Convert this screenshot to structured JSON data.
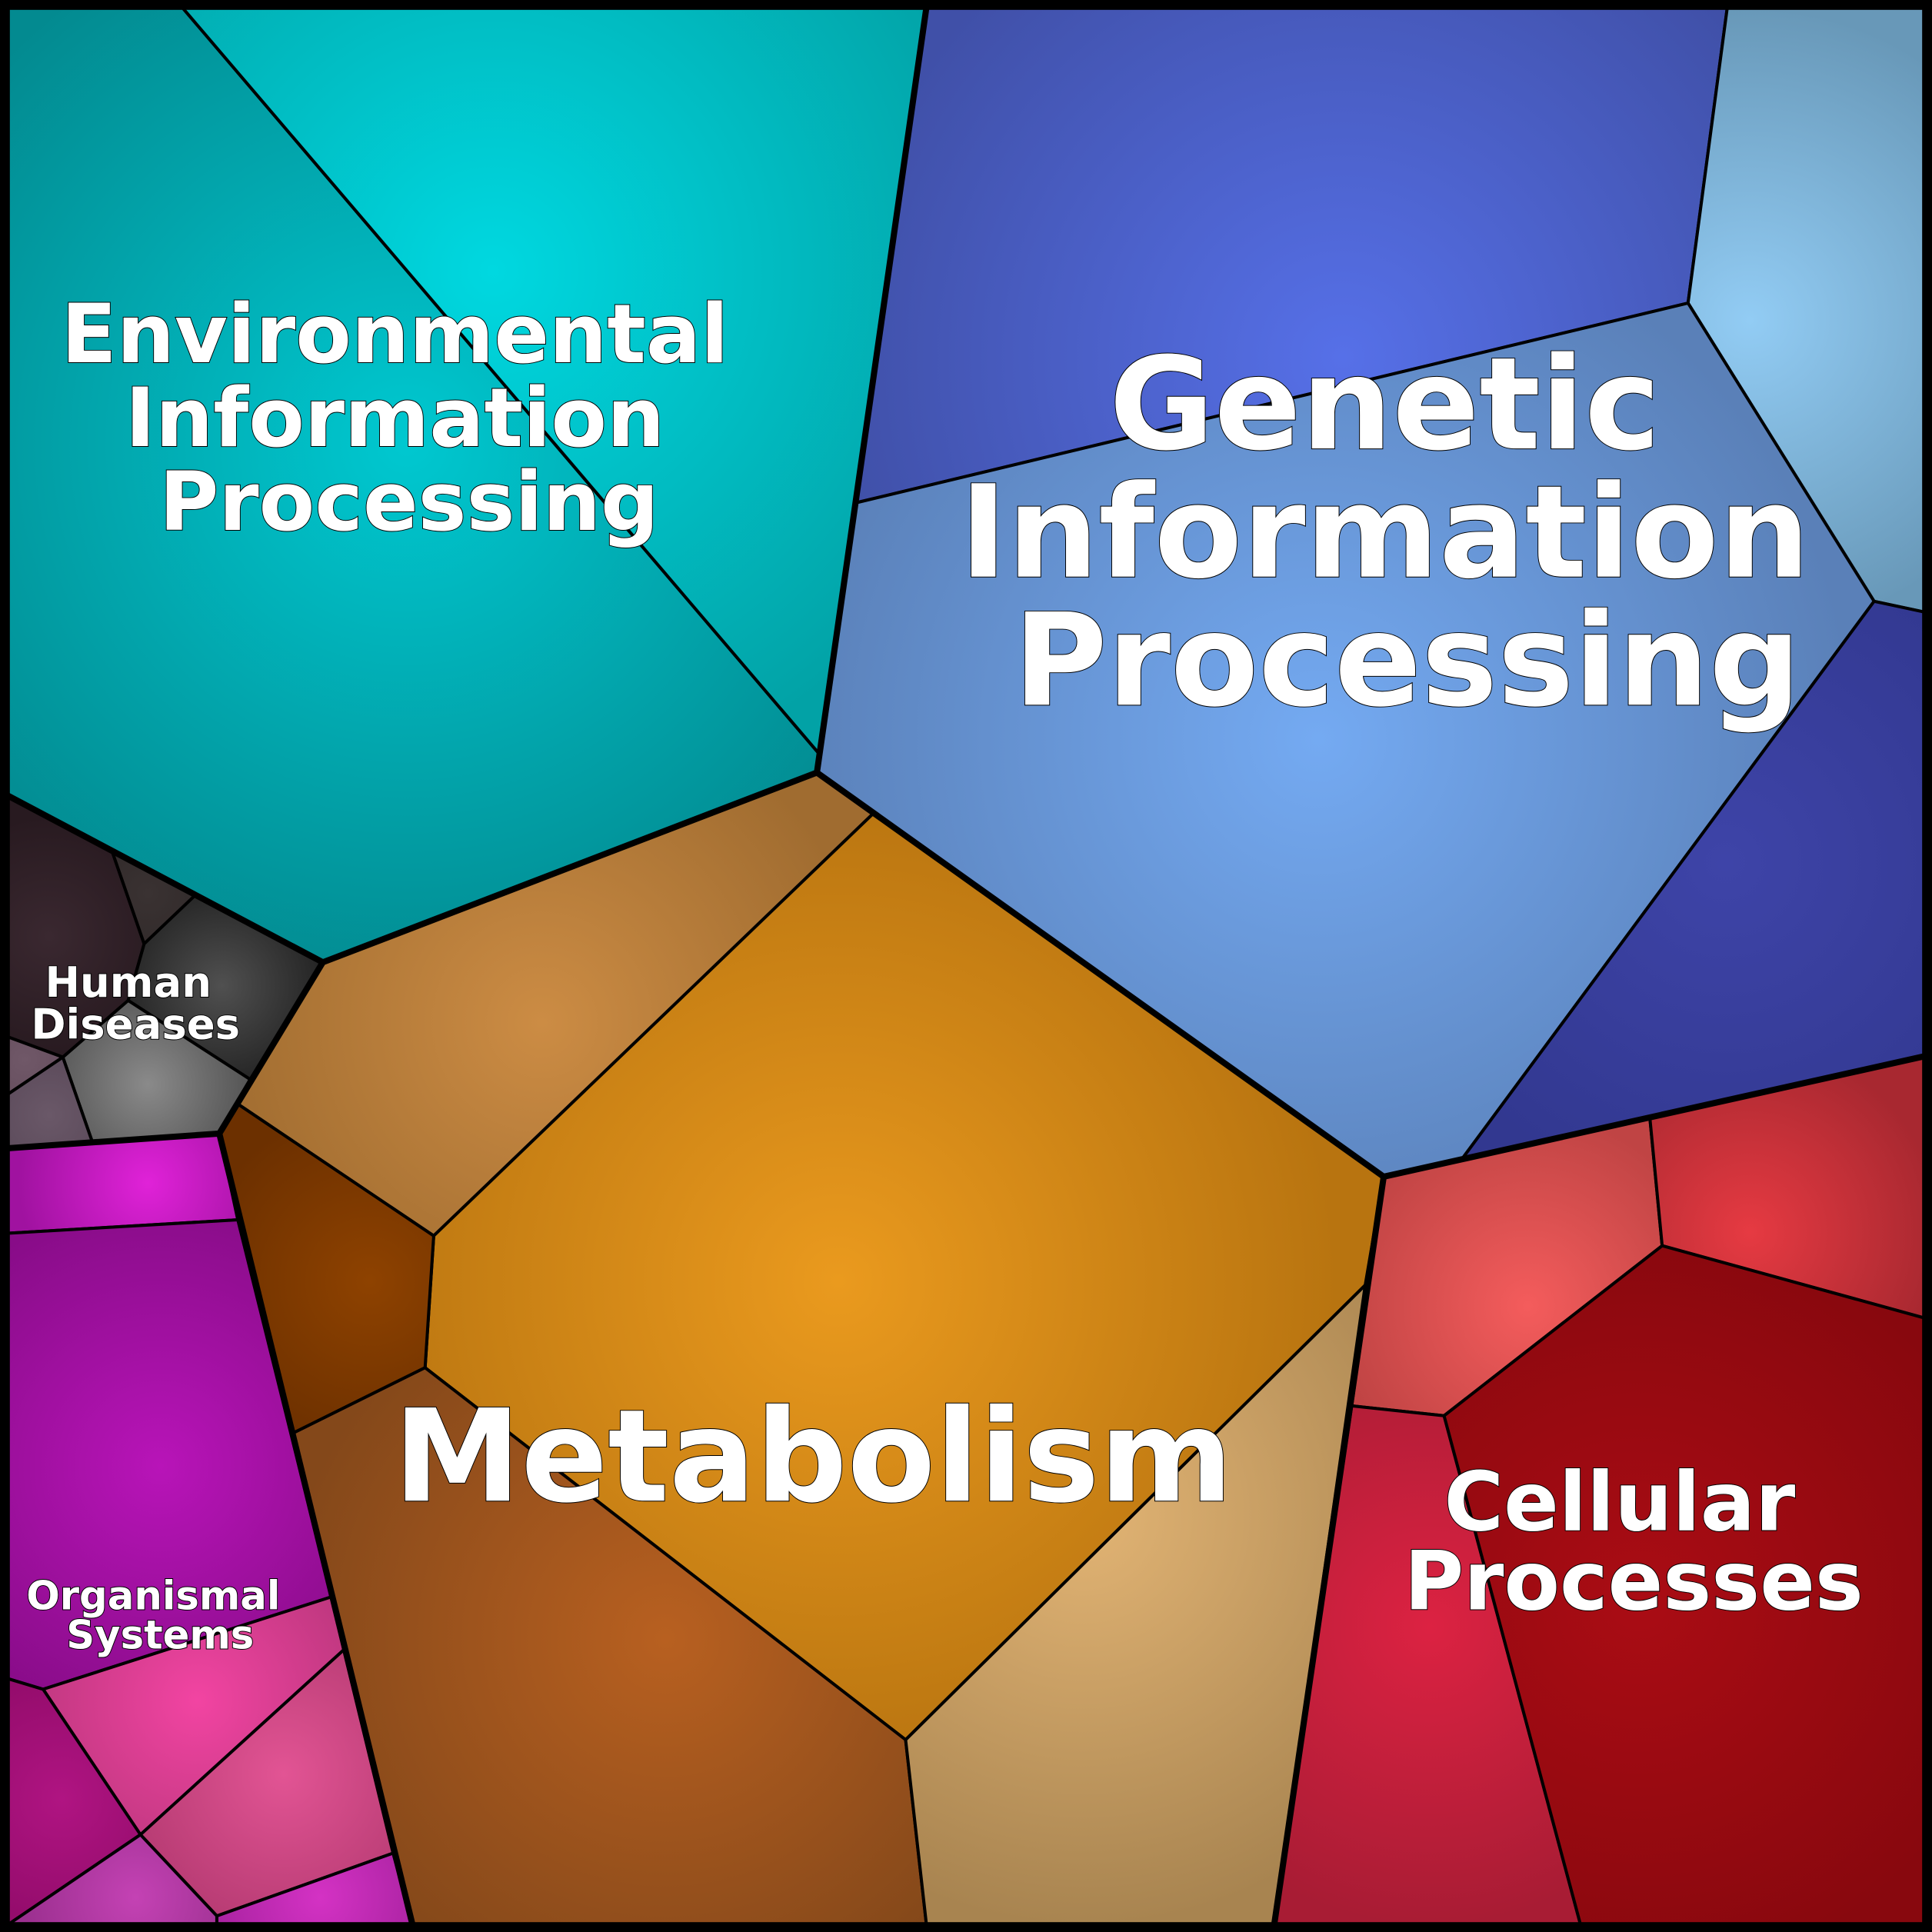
{
  "title": "Voronoi treemap of KEGG pathway categories",
  "categories": [
    {
      "id": "env",
      "label_lines": [
        "Environmental",
        "Information",
        "Processing"
      ],
      "color": "#00c4cc"
    },
    {
      "id": "gen",
      "label_lines": [
        "Genetic",
        "Information",
        "Processing"
      ],
      "color": "#5a80e8"
    },
    {
      "id": "met",
      "label_lines": [
        "Metabolism"
      ],
      "color": "#e0901c"
    },
    {
      "id": "cel",
      "label_lines": [
        "Cellular",
        "Processes"
      ],
      "color": "#c81820"
    },
    {
      "id": "hum",
      "label_lines": [
        "Human",
        "Diseases"
      ],
      "color": "#505050"
    },
    {
      "id": "org",
      "label_lines": [
        "Organismal",
        "Systems"
      ],
      "color": "#b010b0"
    }
  ]
}
